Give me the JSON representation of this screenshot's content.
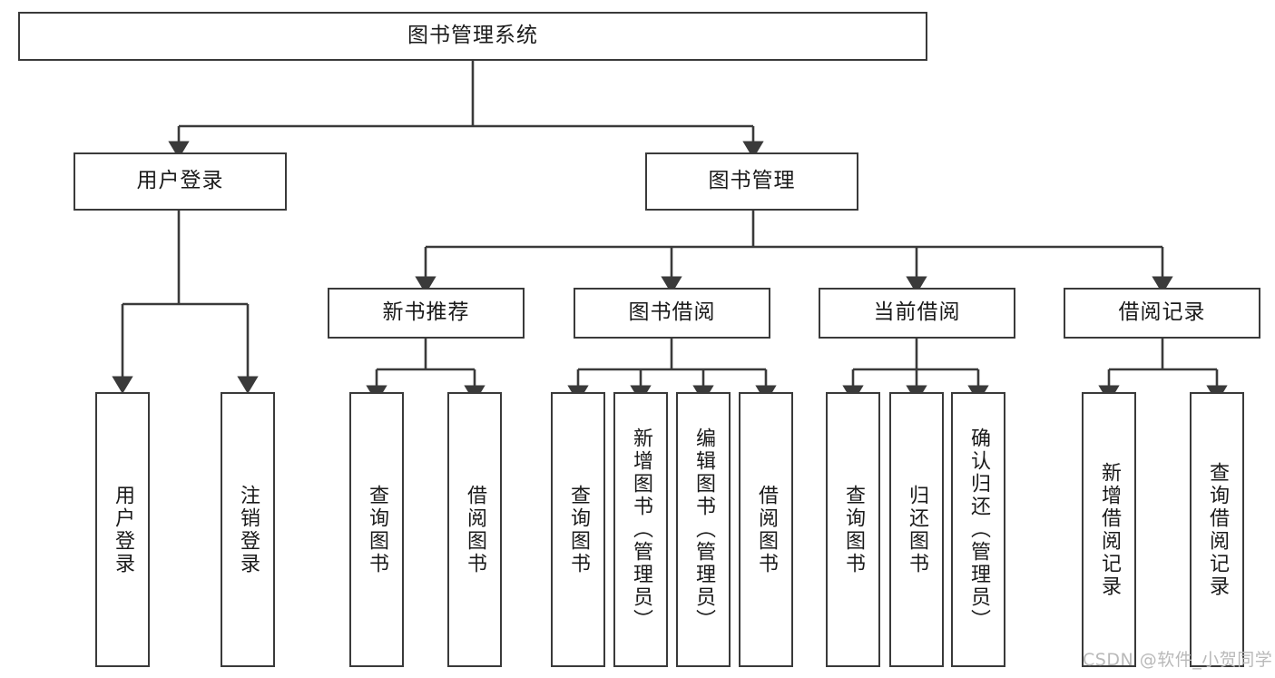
{
  "diagram": {
    "type": "hierarchy-tree",
    "title": "图书管理系统",
    "watermark": "CSDN @软件_小贺同学",
    "colors": {
      "box_stroke": "#3a3a3a",
      "box_fill": "#ffffff",
      "connector": "#3a3a3a",
      "text": "#1a1a1a",
      "watermark": "#b9b9b9"
    },
    "levels": {
      "root": {
        "label": "图书管理系统"
      },
      "level2": [
        {
          "label": "用户登录"
        },
        {
          "label": "图书管理"
        }
      ],
      "level3": [
        {
          "label": "新书推荐"
        },
        {
          "label": "图书借阅"
        },
        {
          "label": "当前借阅"
        },
        {
          "label": "借阅记录"
        }
      ],
      "leaves": {
        "user_login": [
          {
            "label": "用户登录"
          },
          {
            "label": "注销登录"
          }
        ],
        "new_book_recommend": [
          {
            "label": "查询图书"
          },
          {
            "label": "借阅图书"
          }
        ],
        "book_borrow": [
          {
            "label": "查询图书"
          },
          {
            "label": "新增图书（管理员）"
          },
          {
            "label": "编辑图书（管理员）"
          },
          {
            "label": "借阅图书"
          }
        ],
        "current_borrow": [
          {
            "label": "查询图书"
          },
          {
            "label": "归还图书"
          },
          {
            "label": "确认归还（管理员）"
          }
        ],
        "borrow_record": [
          {
            "label": "新增借阅记录"
          },
          {
            "label": "查询借阅记录"
          }
        ]
      }
    }
  }
}
